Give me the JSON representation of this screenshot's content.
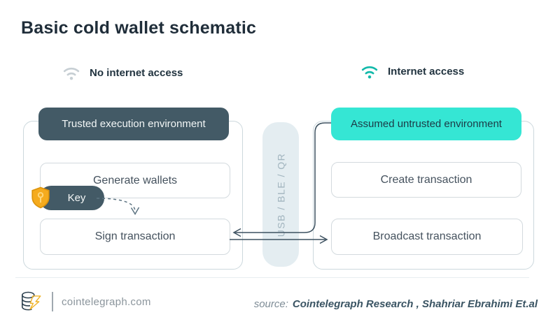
{
  "title": "Basic cold wallet schematic",
  "colors": {
    "dark_slate": "#435a66",
    "teal_fill": "#35e6d4",
    "teal_icon": "#12b9aa",
    "gray_icon": "#c7cfd4",
    "panel_border": "#ccd8dd",
    "connector_bg": "#e4edf1",
    "arrow_line": "#3d5160",
    "shield_gold": "#f5ab1e"
  },
  "left_section": {
    "wifi_icon": "wifi-off-icon",
    "access_label": "No internet access",
    "header": "Trusted execution environment",
    "boxes": [
      "Generate wallets",
      "Sign transaction"
    ],
    "key_badge": {
      "icon": "shield-key-icon",
      "label": "Key"
    }
  },
  "connector": {
    "label": "USB / BLE / QR"
  },
  "right_section": {
    "wifi_icon": "wifi-on-icon",
    "access_label": "Internet access",
    "header": "Assumed untrusted environment",
    "boxes": [
      "Create transaction",
      "Broadcast transaction"
    ]
  },
  "arrows": {
    "untrusted_to_sign": "assumed-untrusted-environment to sign-transaction",
    "sign_to_broadcast": "sign-transaction to broadcast-transaction",
    "key_to_sign": "key to sign-transaction (dashed)"
  },
  "footer": {
    "logo_icon": "cointelegraph-logo",
    "site": "cointelegraph.com",
    "source_prefix": "source:",
    "source_text": "Cointelegraph Research , Shahriar Ebrahimi Et.al"
  }
}
